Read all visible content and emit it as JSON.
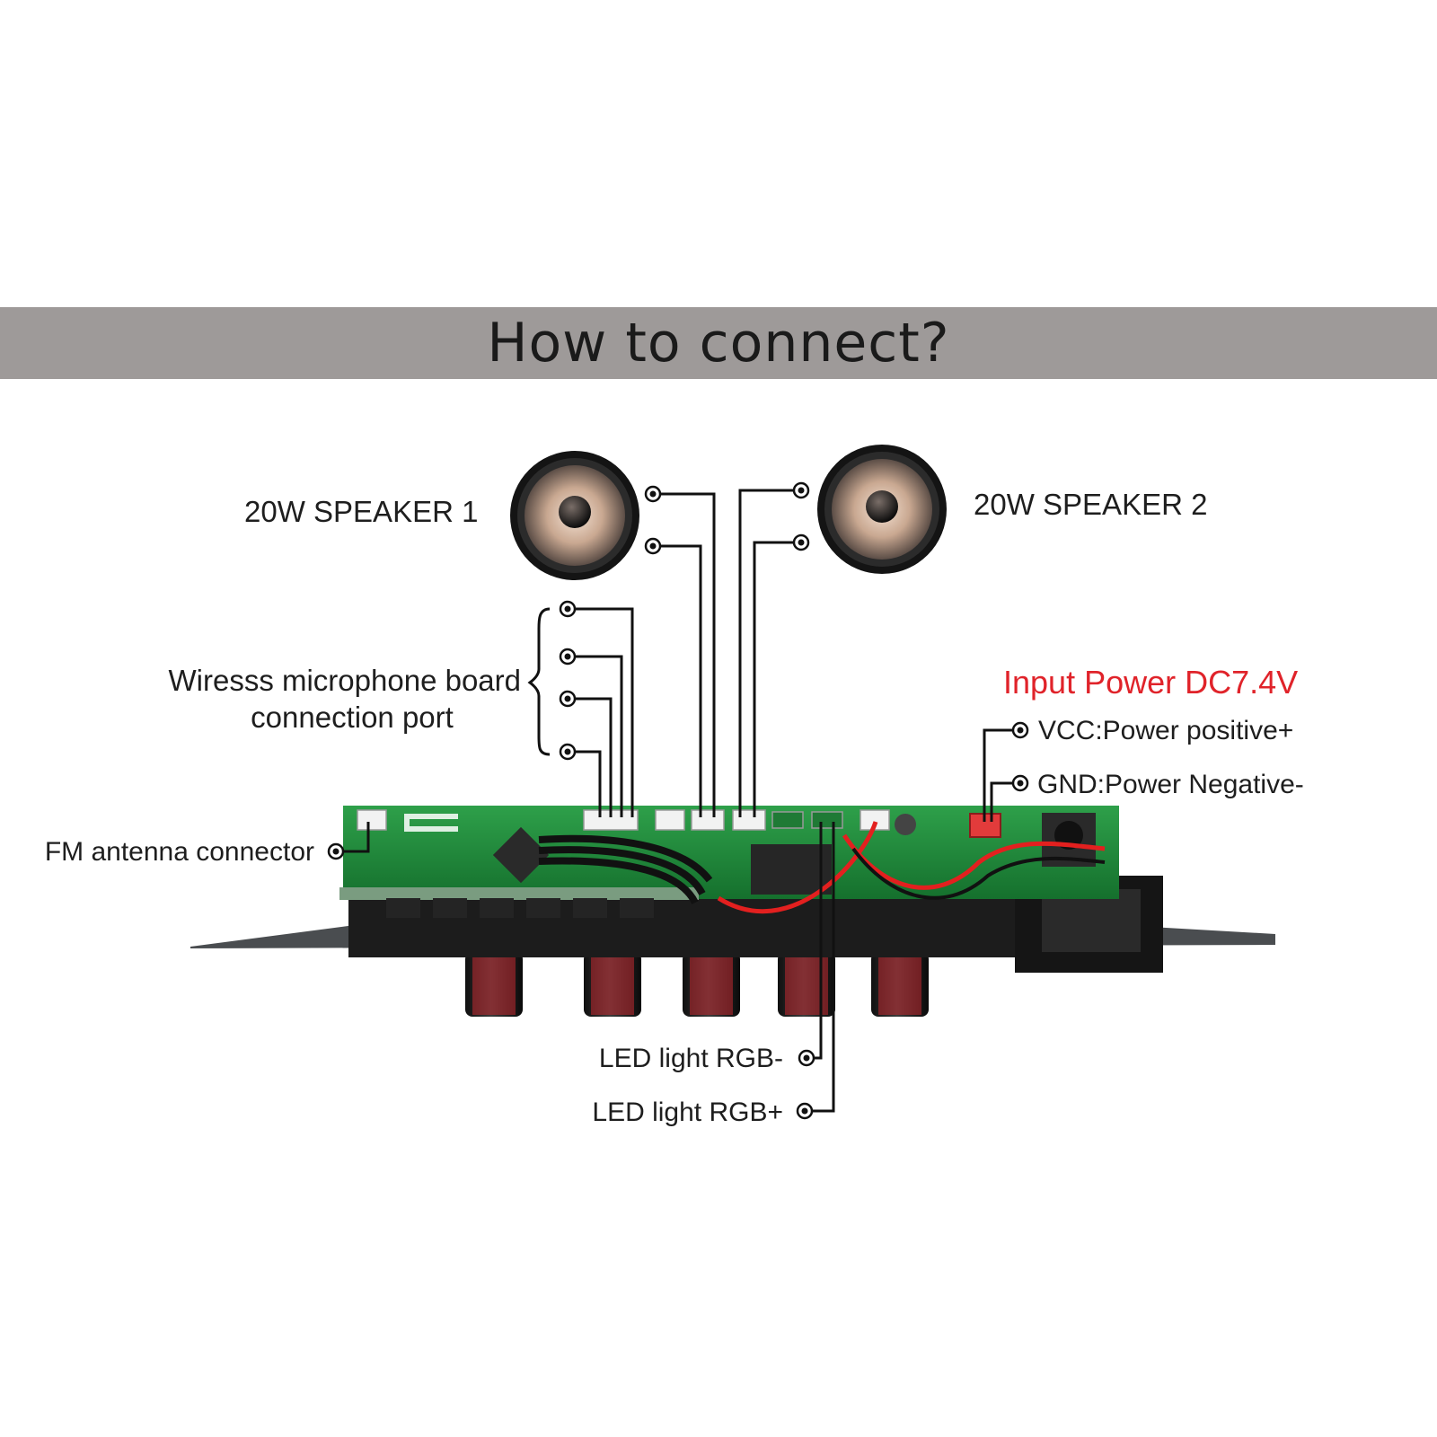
{
  "title": "How to connect?",
  "labels": {
    "speaker1": "20W SPEAKER 1",
    "speaker2": "20W SPEAKER 2",
    "mic_line1": "Wiresss microphone board",
    "mic_line2": "connection port",
    "input_power": "Input Power DC7.4V",
    "vcc": "VCC:Power positive+",
    "gnd": "GND:Power Negative-",
    "fm": "FM antenna connector",
    "led_minus": "LED light RGB-",
    "led_plus": "LED light RGB+"
  },
  "colors": {
    "banner": "#9e9a99",
    "input_power": "#e0232a",
    "pcb": "#1f8a3a",
    "wire_red": "#e3201f"
  }
}
